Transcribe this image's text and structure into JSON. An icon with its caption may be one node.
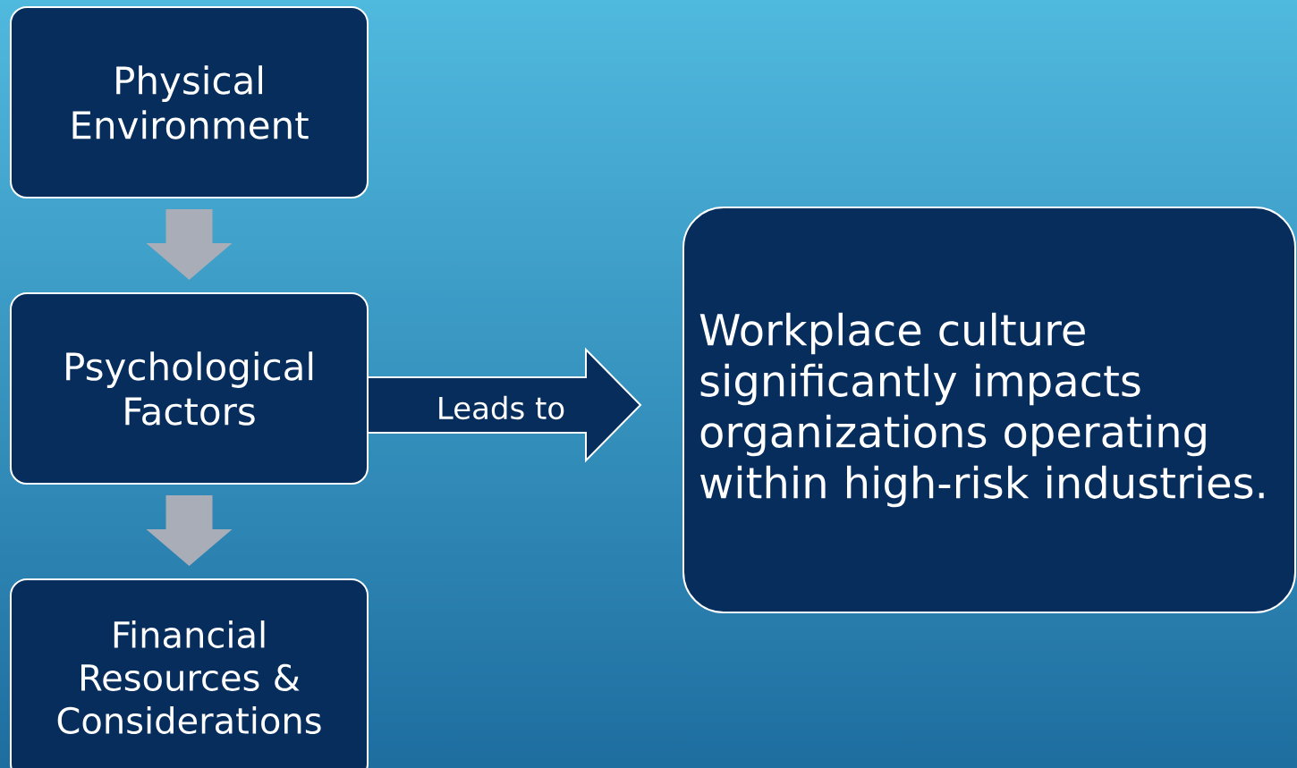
{
  "diagram": {
    "nodes": [
      {
        "text": [
          "Physical Environment"
        ]
      },
      {
        "text": [
          "Psychological Factors"
        ]
      },
      {
        "text": [
          "Financial Resources & Considerations"
        ]
      },
      {
        "text": [
          "Workplace culture significantly impacts organizations operating within high-risk industries."
        ]
      }
    ],
    "edges": [
      {
        "from": 0,
        "to": 1,
        "arrow": "to"
      },
      {
        "from": 1,
        "to": 2,
        "arrow": "to"
      },
      {
        "from": 1,
        "to": 3,
        "arrow": "to",
        "label": "Leads to",
        "color": "#062d5c"
      }
    ]
  }
}
